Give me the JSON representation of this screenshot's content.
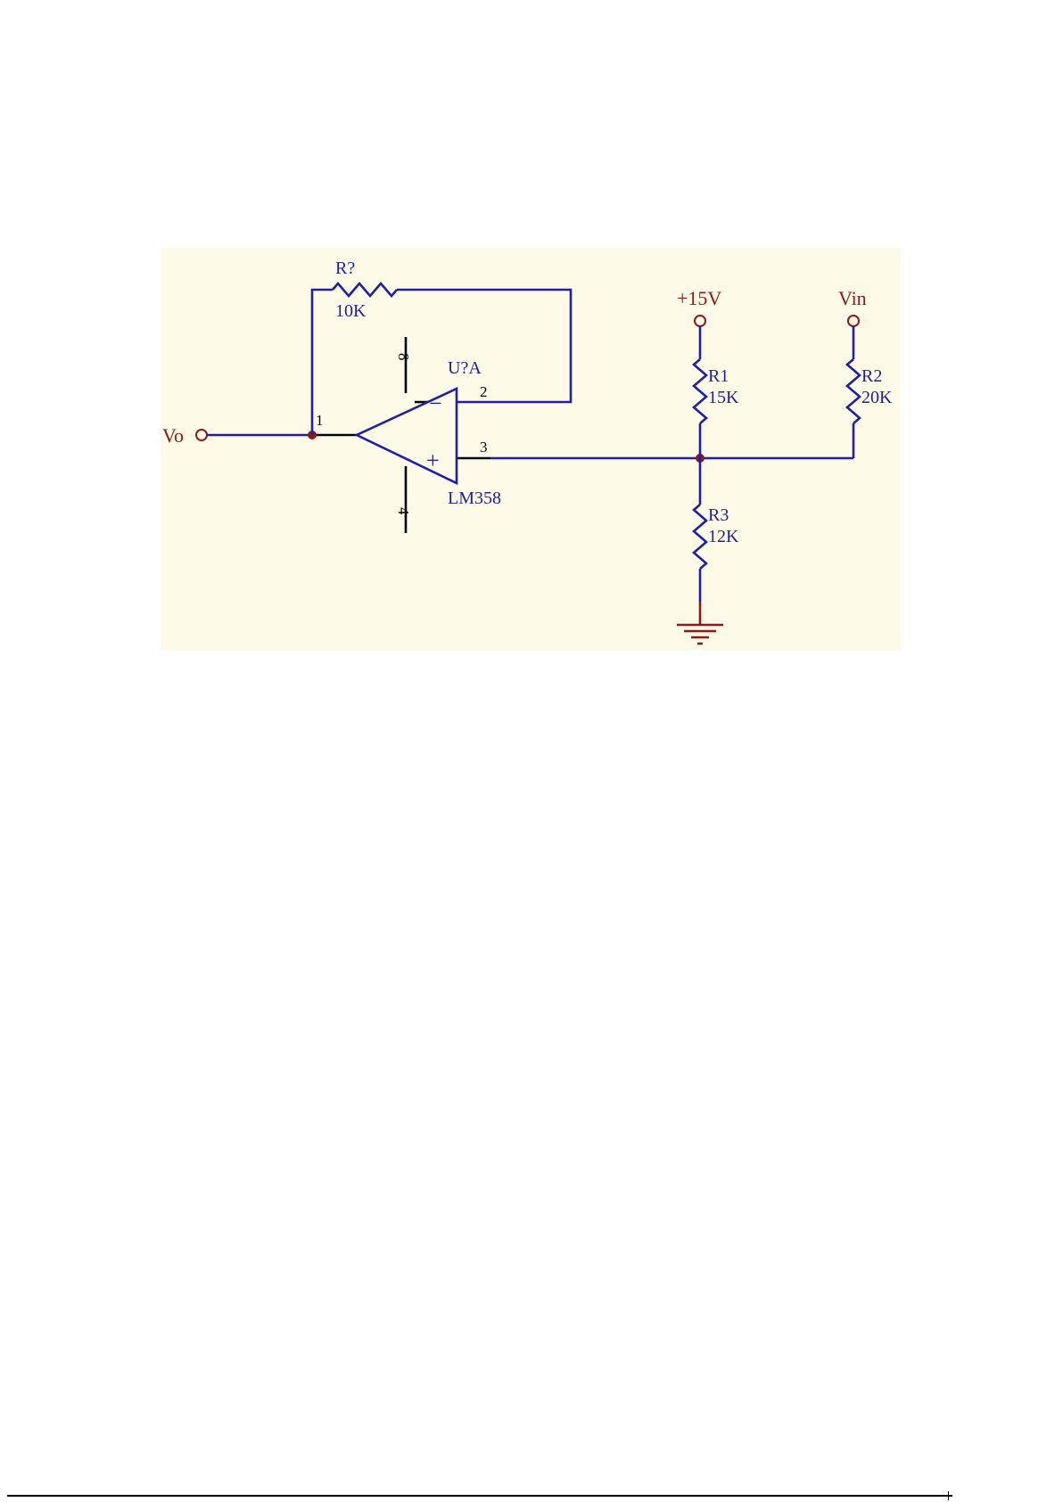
{
  "diagram": {
    "background_color": "#fdfbe8",
    "wire_color": "#1f1fa8",
    "port_color": "#8b1a1a",
    "pin_color": "#000000",
    "ports": {
      "vo": "Vo",
      "vcc": "+15V",
      "vin": "Vin"
    },
    "feedback_resistor": {
      "designator": "R?",
      "value": "10K"
    },
    "opamp": {
      "designator": "U?A",
      "part": "LM358",
      "pins": {
        "out": "1",
        "inv": "2",
        "noninv": "3",
        "vpos": "8",
        "vneg": "4"
      },
      "inv_symbol": "−",
      "noninv_symbol": "+"
    },
    "r1": {
      "designator": "R1",
      "value": "15K"
    },
    "r2": {
      "designator": "R2",
      "value": "20K"
    },
    "r3": {
      "designator": "R3",
      "value": "12K"
    }
  }
}
